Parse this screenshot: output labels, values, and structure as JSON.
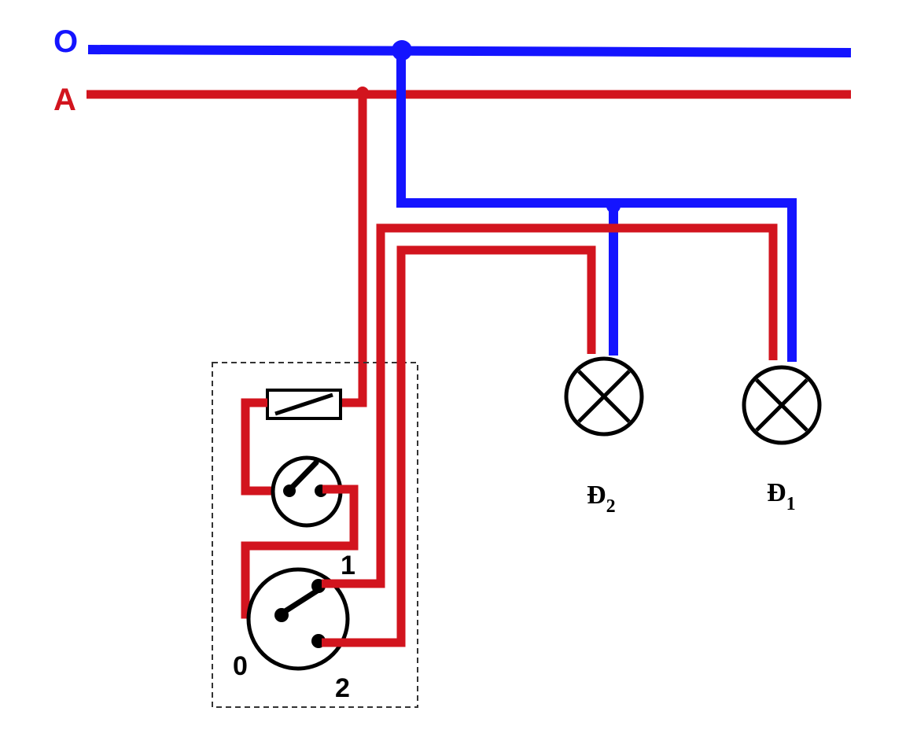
{
  "rails": {
    "neutral_label": "O",
    "phase_label": "A"
  },
  "lamps": [
    {
      "letter": "Đ",
      "index": "2"
    },
    {
      "letter": "Đ",
      "index": "1"
    }
  ],
  "switch_terminals": {
    "common": "0",
    "position_1": "1",
    "position_2": "2"
  },
  "colors": {
    "neutral_wire": "#1414ff",
    "phase_wire": "#d2141e",
    "symbols": "#000000"
  }
}
